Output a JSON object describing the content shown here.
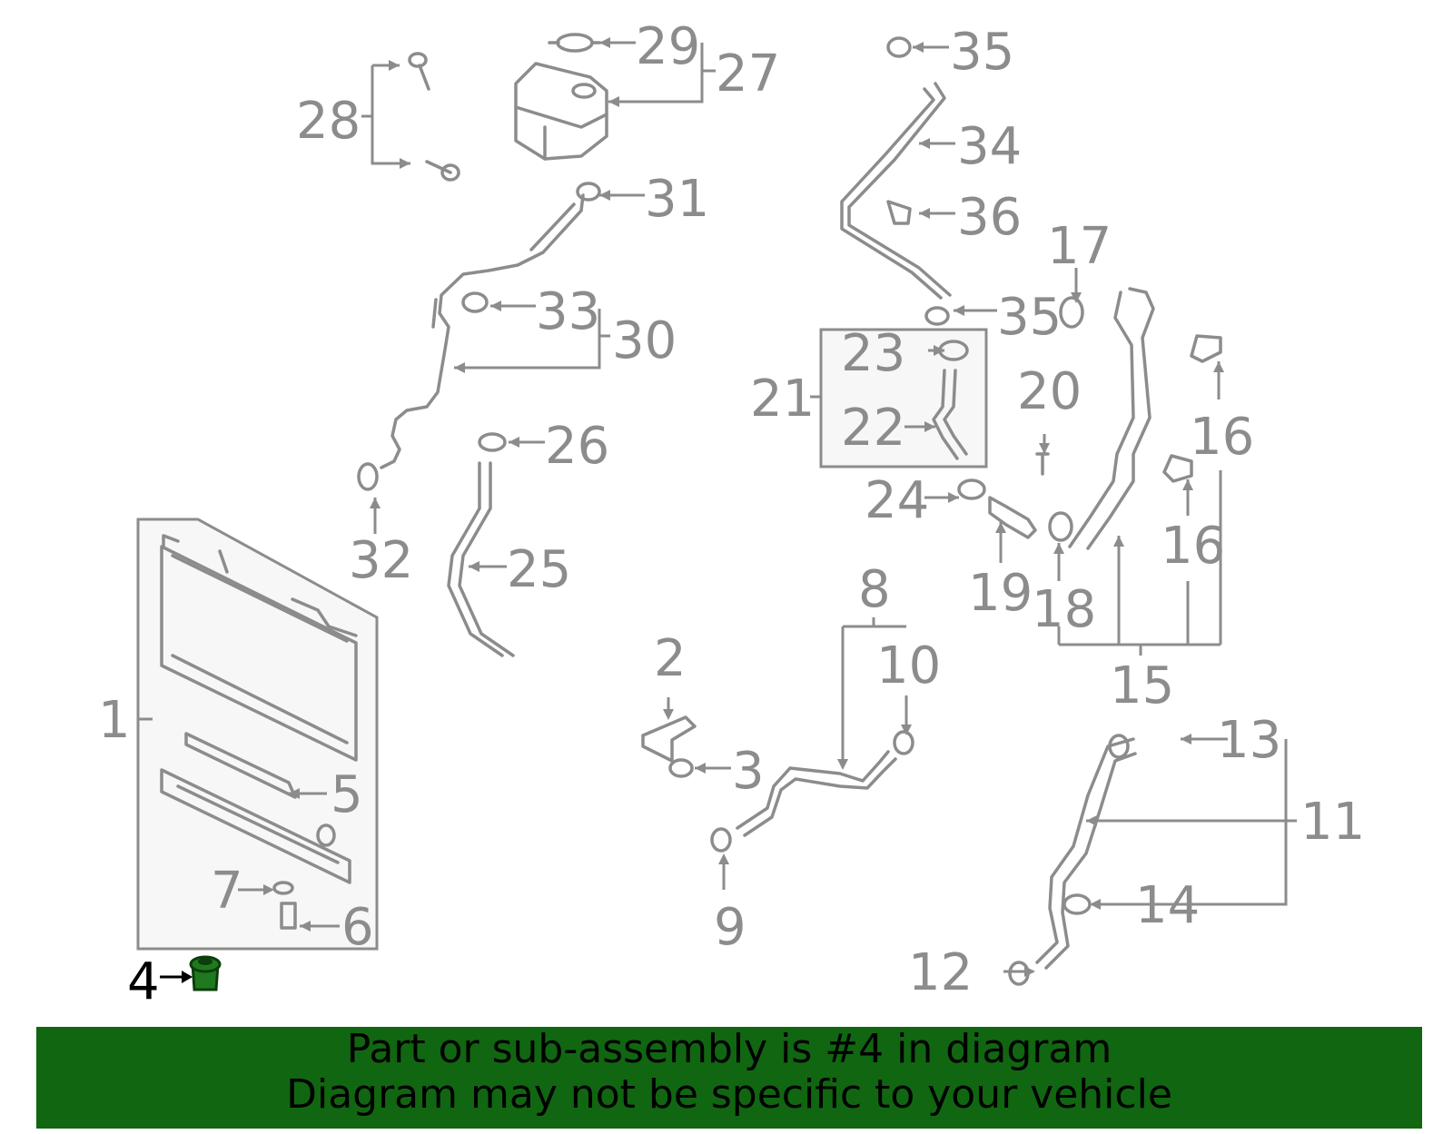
{
  "colors": {
    "linework": "#8c8c8c",
    "highlight_part": "#1f7a1f",
    "banner_background": "#116611",
    "banner_text": "#000000"
  },
  "callouts": [
    "1",
    "2",
    "3",
    "4",
    "5",
    "6",
    "7",
    "8",
    "9",
    "10",
    "11",
    "12",
    "13",
    "14",
    "15",
    "16",
    "16",
    "17",
    "18",
    "19",
    "20",
    "21",
    "22",
    "23",
    "24",
    "25",
    "26",
    "27",
    "28",
    "29",
    "30",
    "31",
    "32",
    "33",
    "34",
    "35",
    "35",
    "36"
  ],
  "highlighted_part": "4",
  "banner": {
    "line1": "Part or sub-assembly is #4 in diagram",
    "line2": "Diagram may not be specific to your vehicle"
  }
}
